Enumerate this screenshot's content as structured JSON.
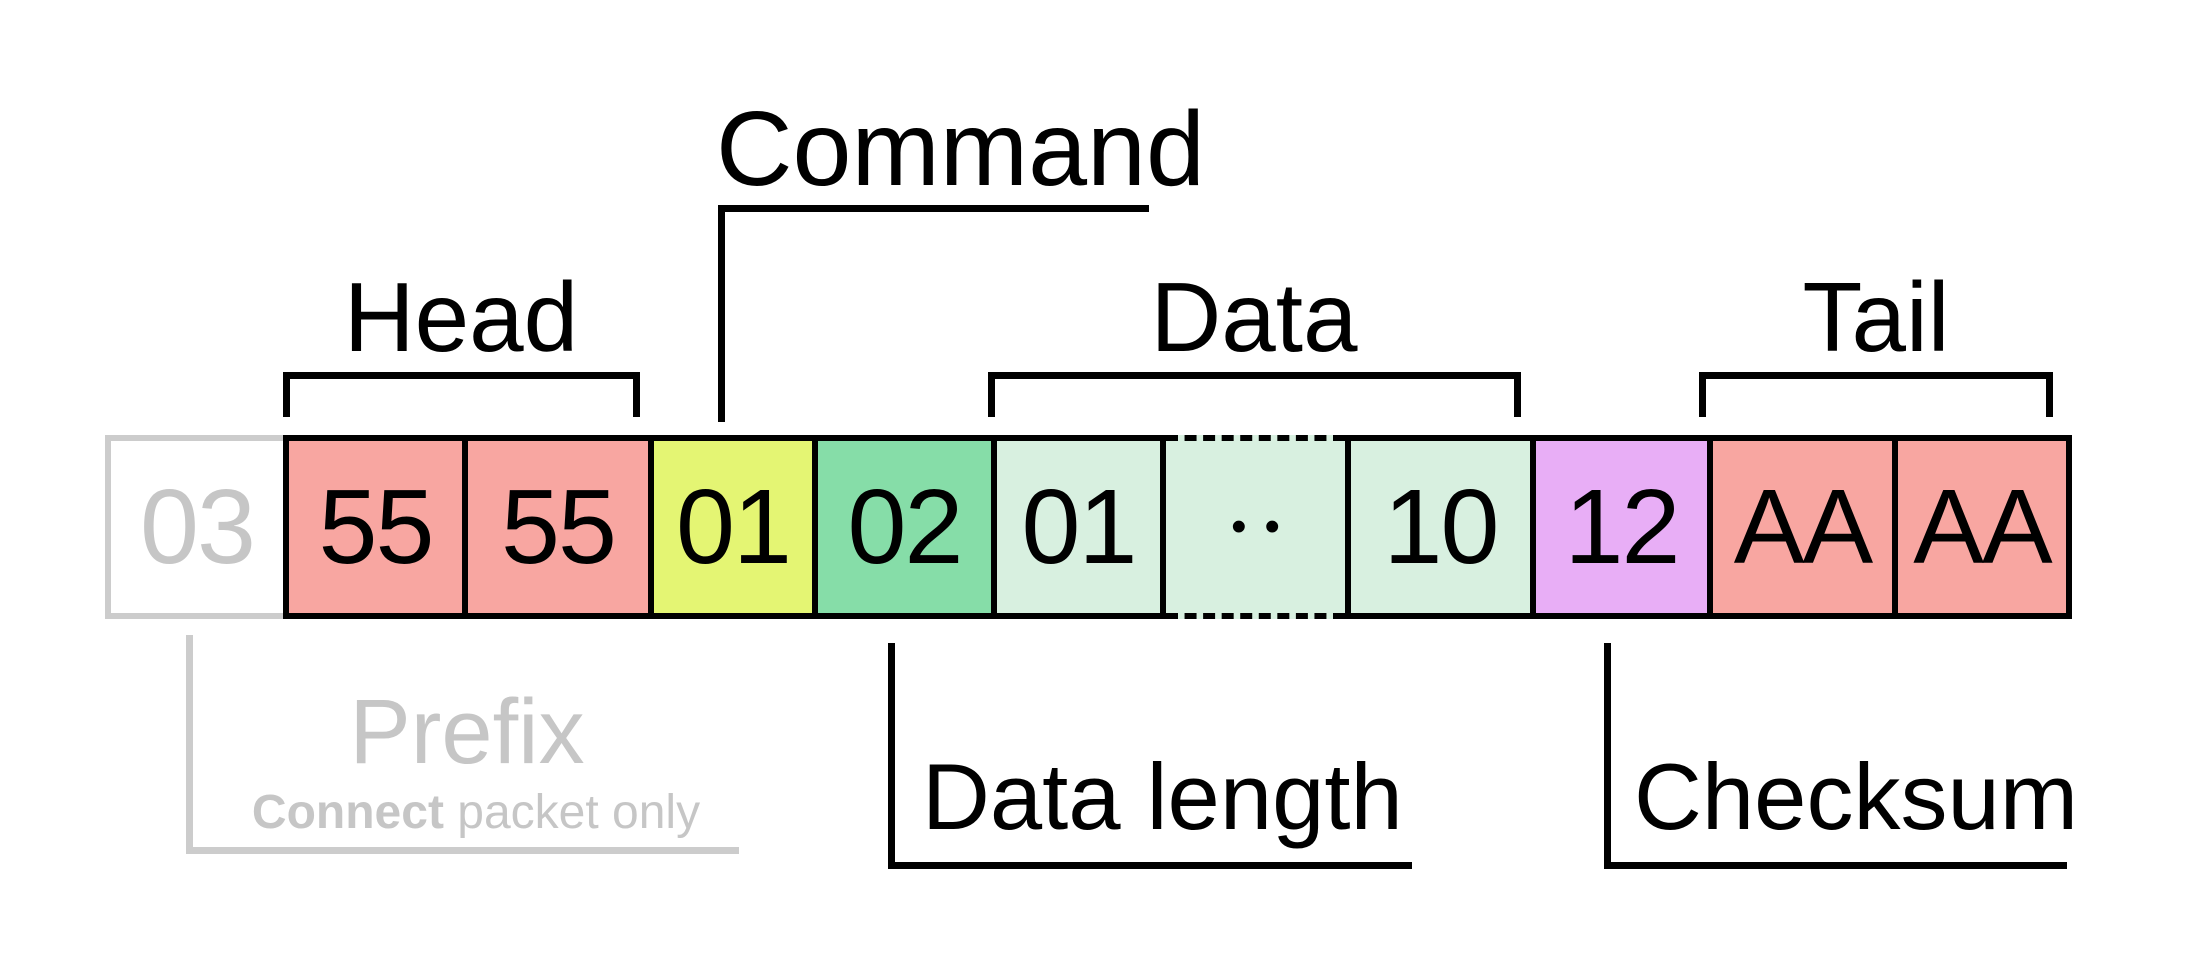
{
  "packet": {
    "cells": [
      {
        "value": "03",
        "role": "prefix"
      },
      {
        "value": "55",
        "role": "head"
      },
      {
        "value": "55",
        "role": "head"
      },
      {
        "value": "01",
        "role": "command"
      },
      {
        "value": "02",
        "role": "data-length"
      },
      {
        "value": "01",
        "role": "data"
      },
      {
        "value": "••",
        "role": "data-ellipsis"
      },
      {
        "value": "10",
        "role": "data"
      },
      {
        "value": "12",
        "role": "checksum"
      },
      {
        "value": "AA",
        "role": "tail"
      },
      {
        "value": "AA",
        "role": "tail"
      }
    ],
    "groups": {
      "head": "Head",
      "command": "Command",
      "data": "Data",
      "tail": "Tail"
    },
    "callouts": {
      "data_length": "Data length",
      "checksum": "Checksum"
    },
    "prefix": {
      "label": "Prefix",
      "note_bold": "Connect",
      "note_rest": " packet only"
    }
  },
  "colors": {
    "head_tail": "#f8a6a1",
    "command": "#e4f573",
    "data_length": "#86dda8",
    "data": "#d8f0e0",
    "checksum": "#e8aef6",
    "line_gray": "#cccccc",
    "text_gray": "#c6c6c6",
    "black": "#000000"
  }
}
